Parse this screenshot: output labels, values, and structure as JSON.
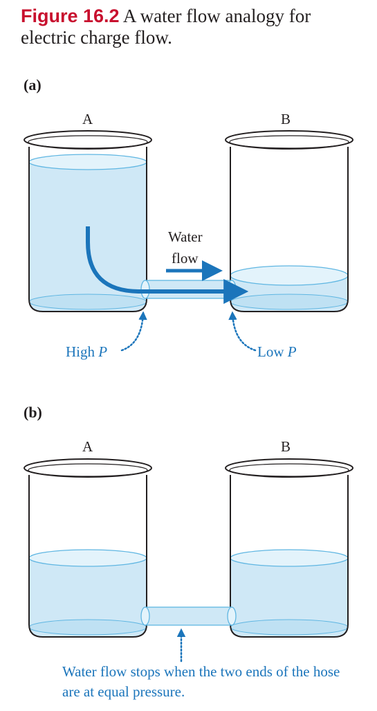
{
  "figure": {
    "number": "Figure 16.2",
    "title": "A water flow analogy for electric charge flow."
  },
  "panel_a": {
    "label": "(a)",
    "beaker_left": "A",
    "beaker_right": "B",
    "flow_label_line1": "Water",
    "flow_label_line2": "flow",
    "high_text": "High ",
    "high_var": "P",
    "low_text": "Low ",
    "low_var": "P"
  },
  "panel_b": {
    "label": "(b)",
    "beaker_left": "A",
    "beaker_right": "B",
    "caption": "Water flow stops when the two ends of the hose are at equal pressure."
  },
  "colors": {
    "water": "#cfe8f6",
    "water_line": "#5fb6e2",
    "arrow": "#1b75bb",
    "figure_red": "#c8102e",
    "outline": "#231f20"
  }
}
